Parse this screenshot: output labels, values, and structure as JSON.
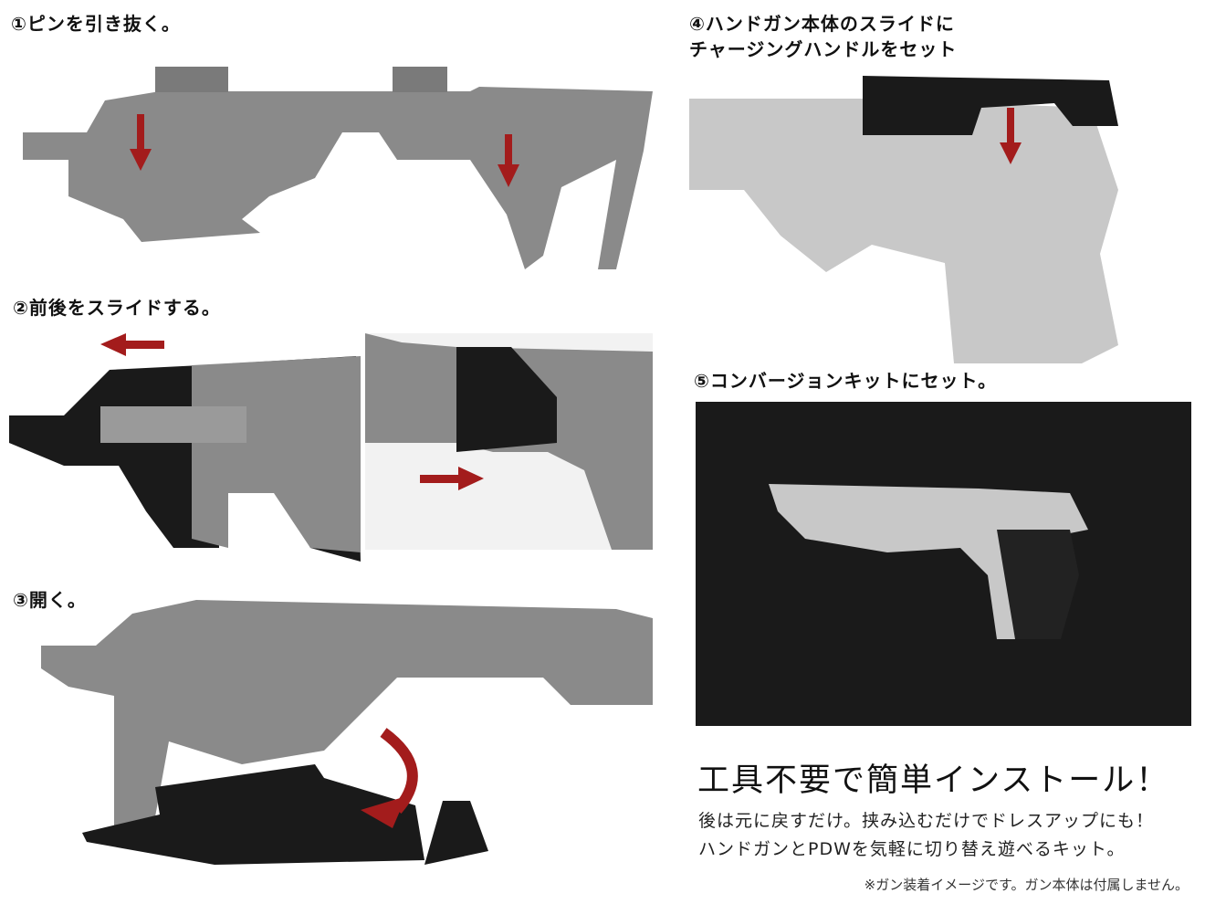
{
  "steps": [
    {
      "label": "①ピンを引き抜く。"
    },
    {
      "label": "②前後をスライドする。"
    },
    {
      "label": "③開く。"
    },
    {
      "label_line1": "④ハンドガン本体のスライドに",
      "label_line2": "チャージングハンドルをセット"
    },
    {
      "label": "⑤コンバージョンキットにセット。"
    }
  ],
  "headline": "工具不要で簡単インストール！",
  "body_line1": "後は元に戻すだけ。挟み込むだけでドレスアップにも！",
  "body_line2": "ハンドガンとPDWを気軽に切り替え遊べるキット。",
  "note": "※ガン装着イメージです。ガン本体は付属しません。",
  "colors": {
    "arrow": "#a31c1c",
    "kit_gray": "#8a8a8a",
    "kit_black": "#1a1a1a",
    "pistol_silver": "#c8c8c8"
  }
}
